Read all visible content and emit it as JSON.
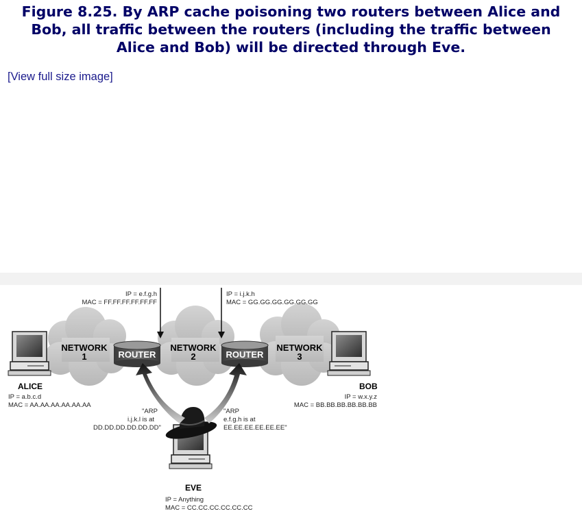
{
  "figure": {
    "caption_line1": "Figure 8.25. By ARP cache poisoning two routers between Alice and",
    "caption_line2": "Bob, all traffic between the routers (including the traffic between",
    "caption_line3": "Alice and Bob) will be directed through Eve."
  },
  "link": {
    "view_full": "[View full size image]"
  },
  "diagram": {
    "router1_ip": "IP = e.f.g.h",
    "router1_mac": "MAC = FF.FF.FF.FF.FF.FF",
    "router2_ip": "IP = i.j.k.h",
    "router2_mac": "MAC = GG.GG.GG.GG.GG.GG",
    "network1": "NETWORK",
    "network1_num": "1",
    "network2": "NETWORK",
    "network2_num": "2",
    "network3": "NETWORK",
    "network3_num": "3",
    "router_label": "ROUTER",
    "alice_name": "ALICE",
    "alice_ip": "IP = a.b.c.d",
    "alice_mac": "MAC = AA.AA.AA.AA.AA.AA",
    "bob_name": "BOB",
    "bob_ip": "IP = w.x.y.z",
    "bob_mac": "MAC = BB.BB.BB.BB.BB.BB",
    "arp_left_1": "\"ARP",
    "arp_left_2": "i.j.k.l is at",
    "arp_left_3": "DD.DD.DD.DD.DD.DD\"",
    "arp_right_1": "\"ARP",
    "arp_right_2": "e.f.g.h is at",
    "arp_right_3": "EE.EE.EE.EE.EE.EE\"",
    "eve_name": "EVE",
    "eve_ip": "IP = Anything",
    "eve_mac": "MAC = CC.CC.CC.CC.CC.CC"
  }
}
